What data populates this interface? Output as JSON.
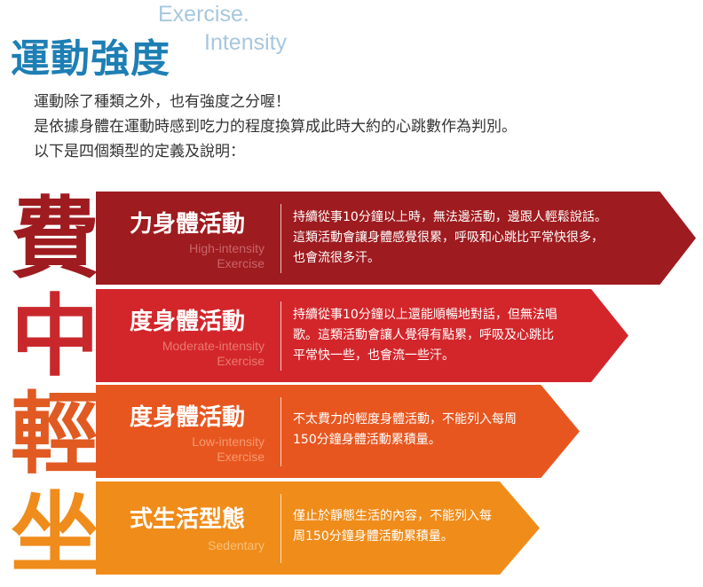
{
  "header": {
    "title_zh": "運動強度",
    "title_en_line1": "Exercise.",
    "title_en_line2": "Intensity",
    "title_color": "#1d7fb4",
    "subtitle_color": "#a7c7dd"
  },
  "intro": [
    "運動除了種類之外，也有強度之分喔！",
    "是依據身體在運動時感到吃力的程度換算成此時大約的心跳數作為判別。",
    "以下是四個類型的定義及說明："
  ],
  "big_chars": [
    {
      "char": "費",
      "color": "#9e1b1f"
    },
    {
      "char": "中",
      "color": "#c8282c"
    },
    {
      "char": "輕",
      "color": "#e05a22"
    },
    {
      "char": "坐",
      "color": "#ef8c1b"
    }
  ],
  "bands": [
    {
      "title": "力身體活動",
      "en_line1": "High-intensity",
      "en_line2": "Exercise",
      "desc": [
        "持續從事10分鐘以上時，無法邊活動，邊跟人輕鬆說話。",
        "這類活動會讓身體感覺很累，呼吸和心跳比平常快很多，",
        "也會流很多汗。"
      ],
      "color": "#9e1b1f",
      "sub_color": "#c9666a"
    },
    {
      "title": "度身體活動",
      "en_line1": "Moderate-intensity",
      "en_line2": "Exercise",
      "desc": [
        "持續從事10分鐘以上還能順暢地對話，但無法唱",
        "歌。這類活動會讓人覺得有點累，呼吸及心跳比",
        "平常快一些，也會流一些汗。"
      ],
      "color": "#d3262b",
      "sub_color": "#e97a6e"
    },
    {
      "title": "度身體活動",
      "en_line1": "Low-intensity",
      "en_line2": "Exercise",
      "desc": [
        "不太費力的輕度身體活動，不能列入每周",
        "150分鐘身體活動累積量。"
      ],
      "color": "#e8561f",
      "sub_color": "#f39a70"
    },
    {
      "title": "式生活型態",
      "en_line1": "Sedentary",
      "en_line2": "",
      "desc": [
        "僅止於靜態生活的內容，不能列入每",
        "周150分鐘身體活動累積量。"
      ],
      "color": "#f08c1a",
      "sub_color": "#f8c17a"
    }
  ]
}
